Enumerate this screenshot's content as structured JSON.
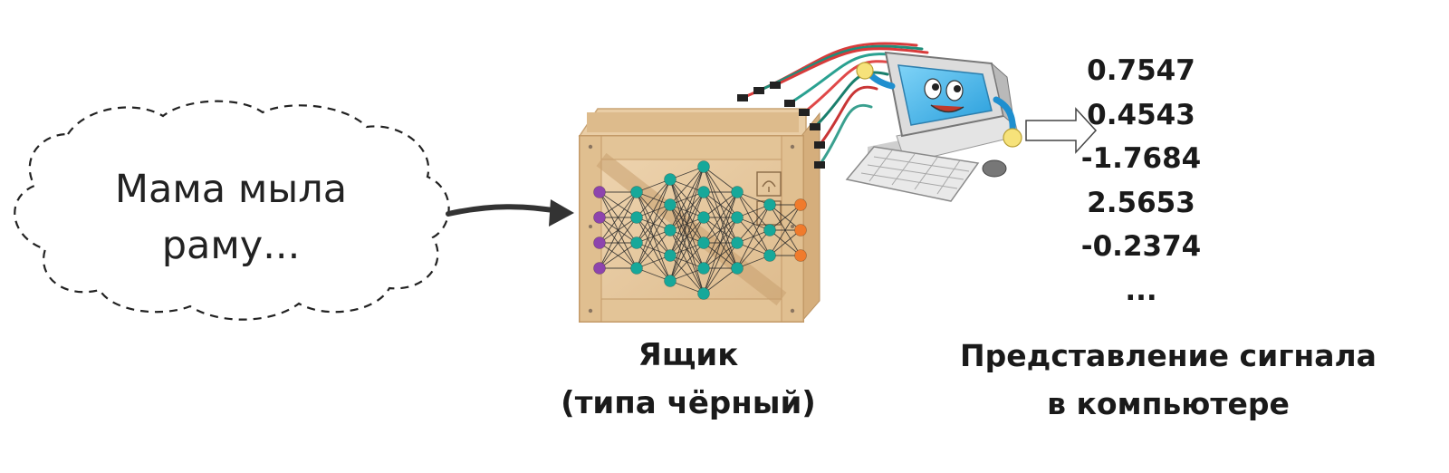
{
  "cloud": {
    "line1": "Мама мыла",
    "line2": "раму..."
  },
  "values": [
    "0.7547",
    "0.4543",
    "-1.7684",
    "2.5653",
    "-0.2374",
    "..."
  ],
  "box_caption": {
    "line1": "Ящик",
    "line2": "(типа чёрный)"
  },
  "representation_caption": {
    "line1": "Представление сигнала",
    "line2": "в компьютере"
  },
  "colors": {
    "input_neuron": "#8e44ad",
    "hidden_neuron": "#17a89a",
    "output_neuron": "#f07b2c",
    "crate_wood": "#e8c9a0",
    "screen": "#3fb2ea",
    "wires": [
      "#d83b3b",
      "#1f8e7a",
      "#d83b3b",
      "#2aa191",
      "#e04848",
      "#1a7f6d",
      "#c93535",
      "#3aa08f"
    ]
  },
  "icons": [
    "dashed-cloud-icon",
    "curved-arrow-icon",
    "wooden-crate-icon",
    "neural-network-icon",
    "cartoon-computer-icon",
    "hollow-arrow-icon"
  ]
}
